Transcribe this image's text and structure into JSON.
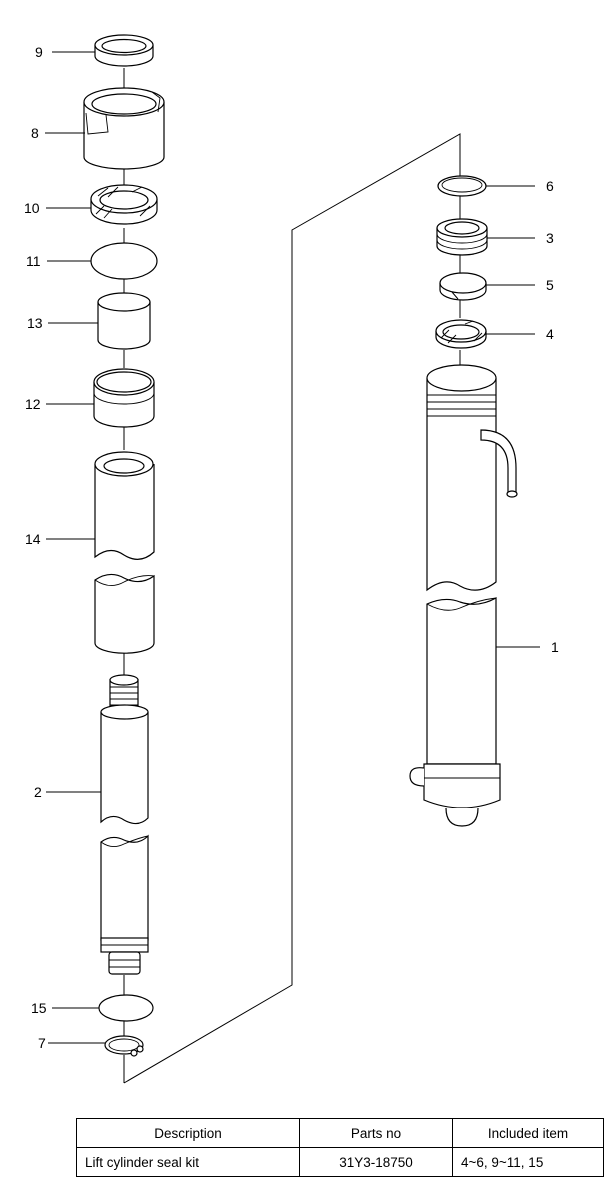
{
  "callouts": {
    "n1": "1",
    "n2": "2",
    "n3": "3",
    "n4": "4",
    "n5": "5",
    "n6": "6",
    "n7": "7",
    "n8": "8",
    "n9": "9",
    "n10": "10",
    "n11": "11",
    "n12": "12",
    "n13": "13",
    "n14": "14",
    "n15": "15"
  },
  "table": {
    "headers": {
      "description": "Description",
      "parts_no": "Parts no",
      "included": "Included item"
    },
    "row": {
      "description": "Lift cylinder seal kit",
      "parts_no": "31Y3-18750",
      "included": "4~6, 9~11, 15"
    }
  }
}
